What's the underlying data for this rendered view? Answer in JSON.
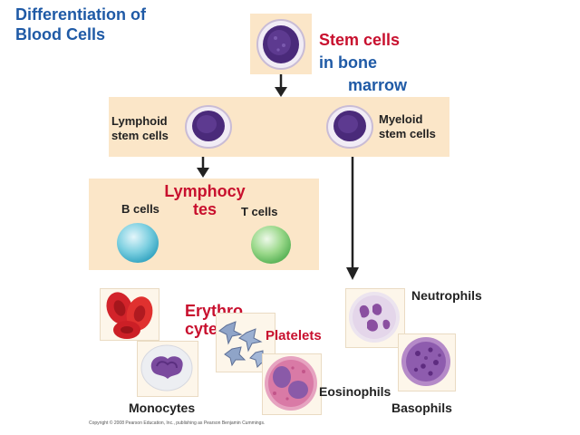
{
  "title": "Differentiation of Blood Cells",
  "title_line1": "Differentiation of",
  "title_line2": "Blood Cells",
  "stem_cells": {
    "line1": "Stem cells",
    "line2": "in bone",
    "line3": "marrow"
  },
  "lymphoid": {
    "line1": "Lymphoid",
    "line2": "stem cells"
  },
  "myeloid": {
    "line1": "Myeloid",
    "line2": "stem cells"
  },
  "lymphocytes": {
    "line1": "Lymphocy",
    "line2": "tes"
  },
  "b_cells": "B cells",
  "t_cells": "T cells",
  "erythrocytes": {
    "line1": "Erythro",
    "line2": "cytes"
  },
  "platelets": "Platelets",
  "monocytes": "Monocytes",
  "neutrophils": "Neutrophils",
  "eosinophils": "Eosinophils",
  "basophils": "Basophils",
  "copyright": "Copyright © 2008 Pearson Education, Inc., publishing as Pearson Benjamin Cummings.",
  "colors": {
    "panel": "#fbe6c8",
    "title": "#1f5aa6",
    "accent_red": "#c8102e",
    "stem_cell": "#4a2a7a"
  }
}
